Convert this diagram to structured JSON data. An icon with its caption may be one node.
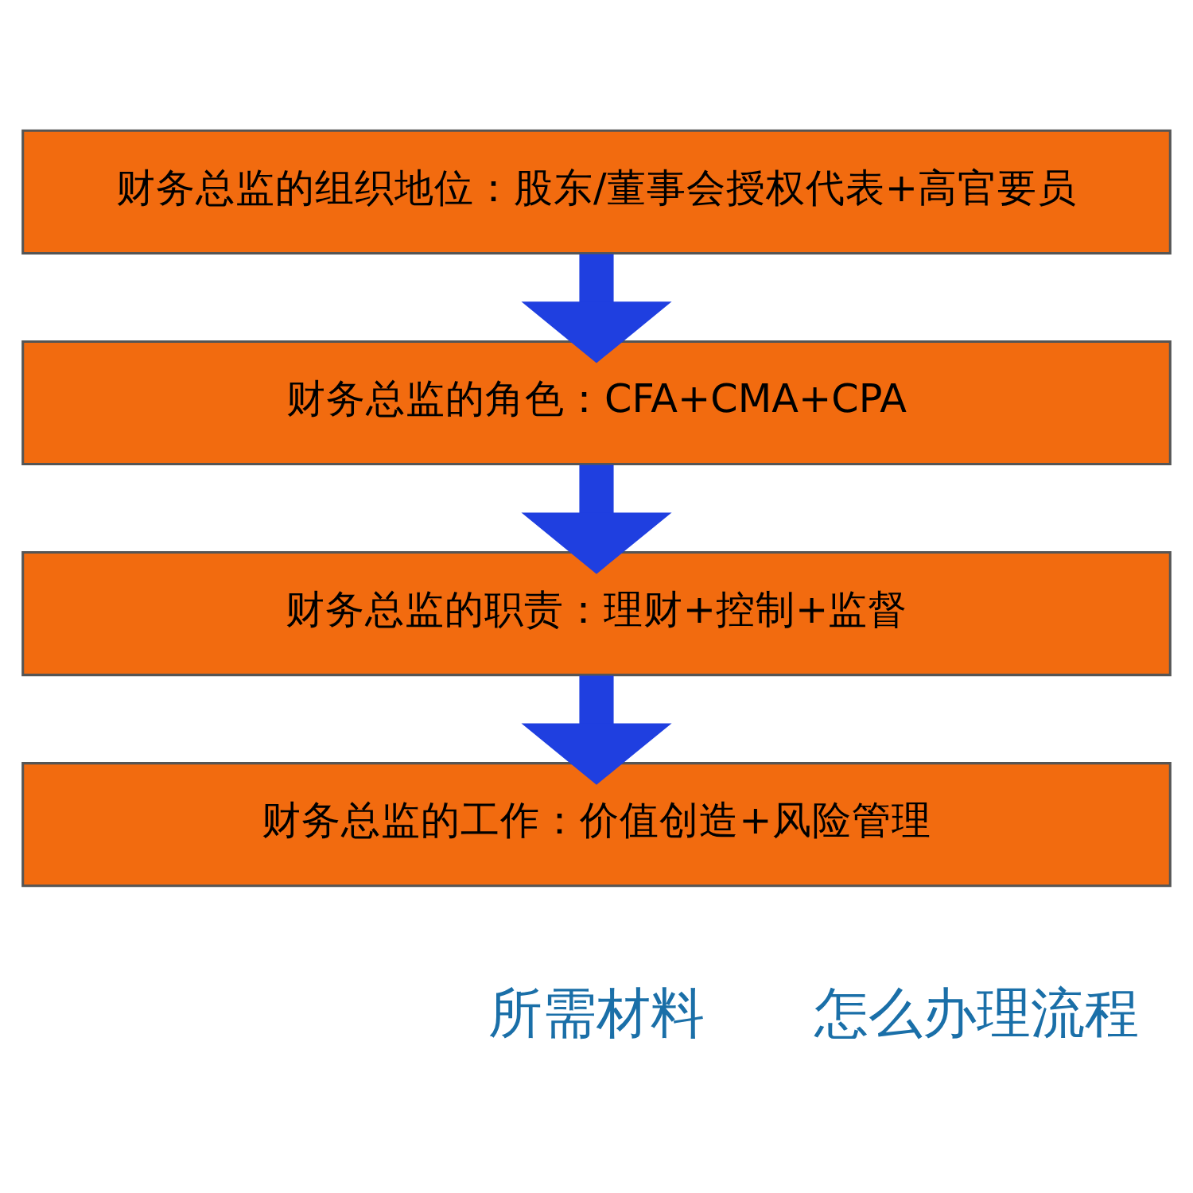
{
  "diagram": {
    "nodes": [
      {
        "text": [
          "财务总监的组织地位：股东/董事会授权代表+高官要员"
        ]
      },
      {
        "text": [
          "财务总监的角色：CFA+CMA+CPA"
        ]
      },
      {
        "text": [
          "财务总监的职责：理财+控制+监督"
        ]
      },
      {
        "text": [
          "财务总监的工作：价值创造+风险管理"
        ]
      }
    ],
    "edges": [
      {
        "from": 0,
        "to": 1,
        "arrow": "to"
      },
      {
        "from": 1,
        "to": 2,
        "arrow": "to"
      },
      {
        "from": 2,
        "to": 3,
        "arrow": "to"
      }
    ],
    "labels": [
      "所需材料",
      "怎么办理流程"
    ]
  }
}
